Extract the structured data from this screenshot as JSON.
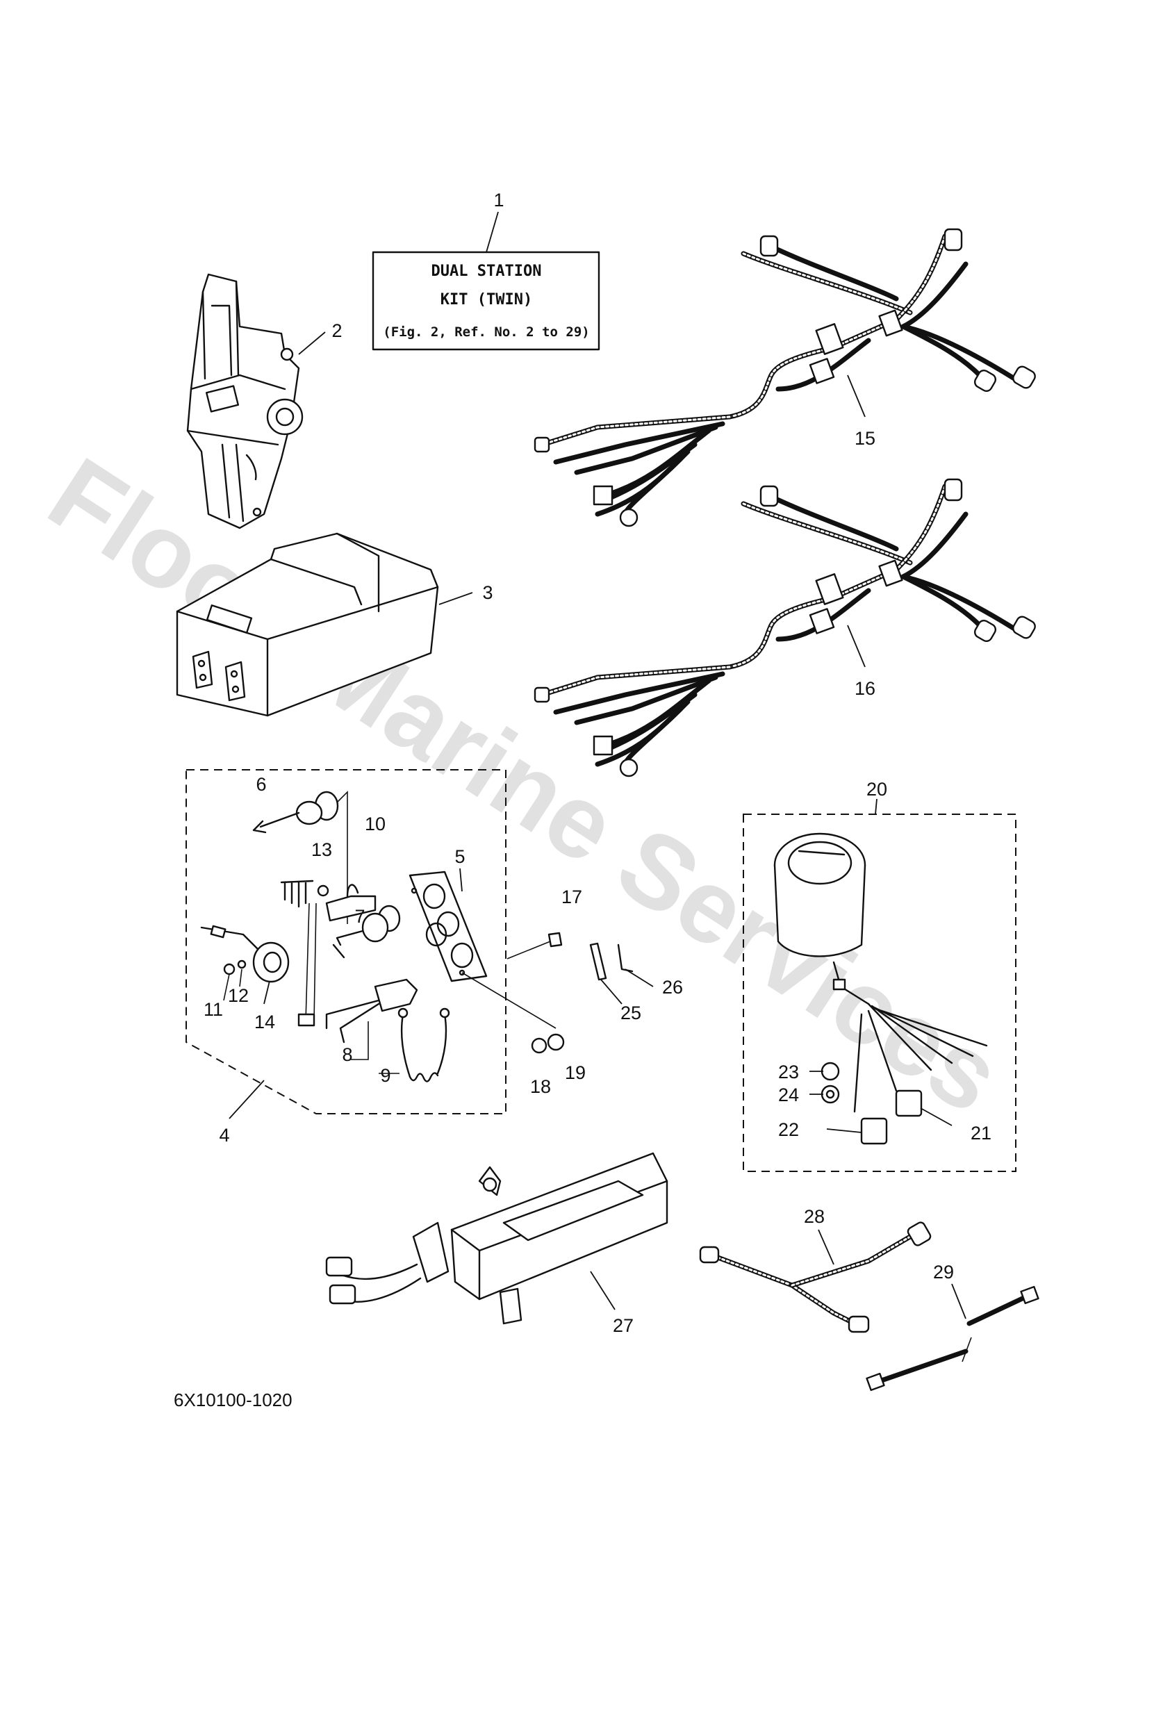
{
  "title_box": {
    "line1": "DUAL STATION",
    "line2": "KIT (TWIN)",
    "line3": "(Fig. 2, Ref. No. 2 to 29)"
  },
  "watermark": "Flood Marine Services",
  "diagram_code": "6X10100-1020",
  "callouts": {
    "c1": "1",
    "c2": "2",
    "c3": "3",
    "c4": "4",
    "c5": "5",
    "c6": "6",
    "c7": "7",
    "c8": "8",
    "c9": "9",
    "c10": "10",
    "c11": "11",
    "c12": "12",
    "c13": "13",
    "c14": "14",
    "c15": "15",
    "c16": "16",
    "c17": "17",
    "c18": "18",
    "c19": "19",
    "c20": "20",
    "c21": "21",
    "c22": "22",
    "c23": "23",
    "c24": "24",
    "c25": "25",
    "c26": "26",
    "c27": "27",
    "c28": "28",
    "c29": "29"
  }
}
